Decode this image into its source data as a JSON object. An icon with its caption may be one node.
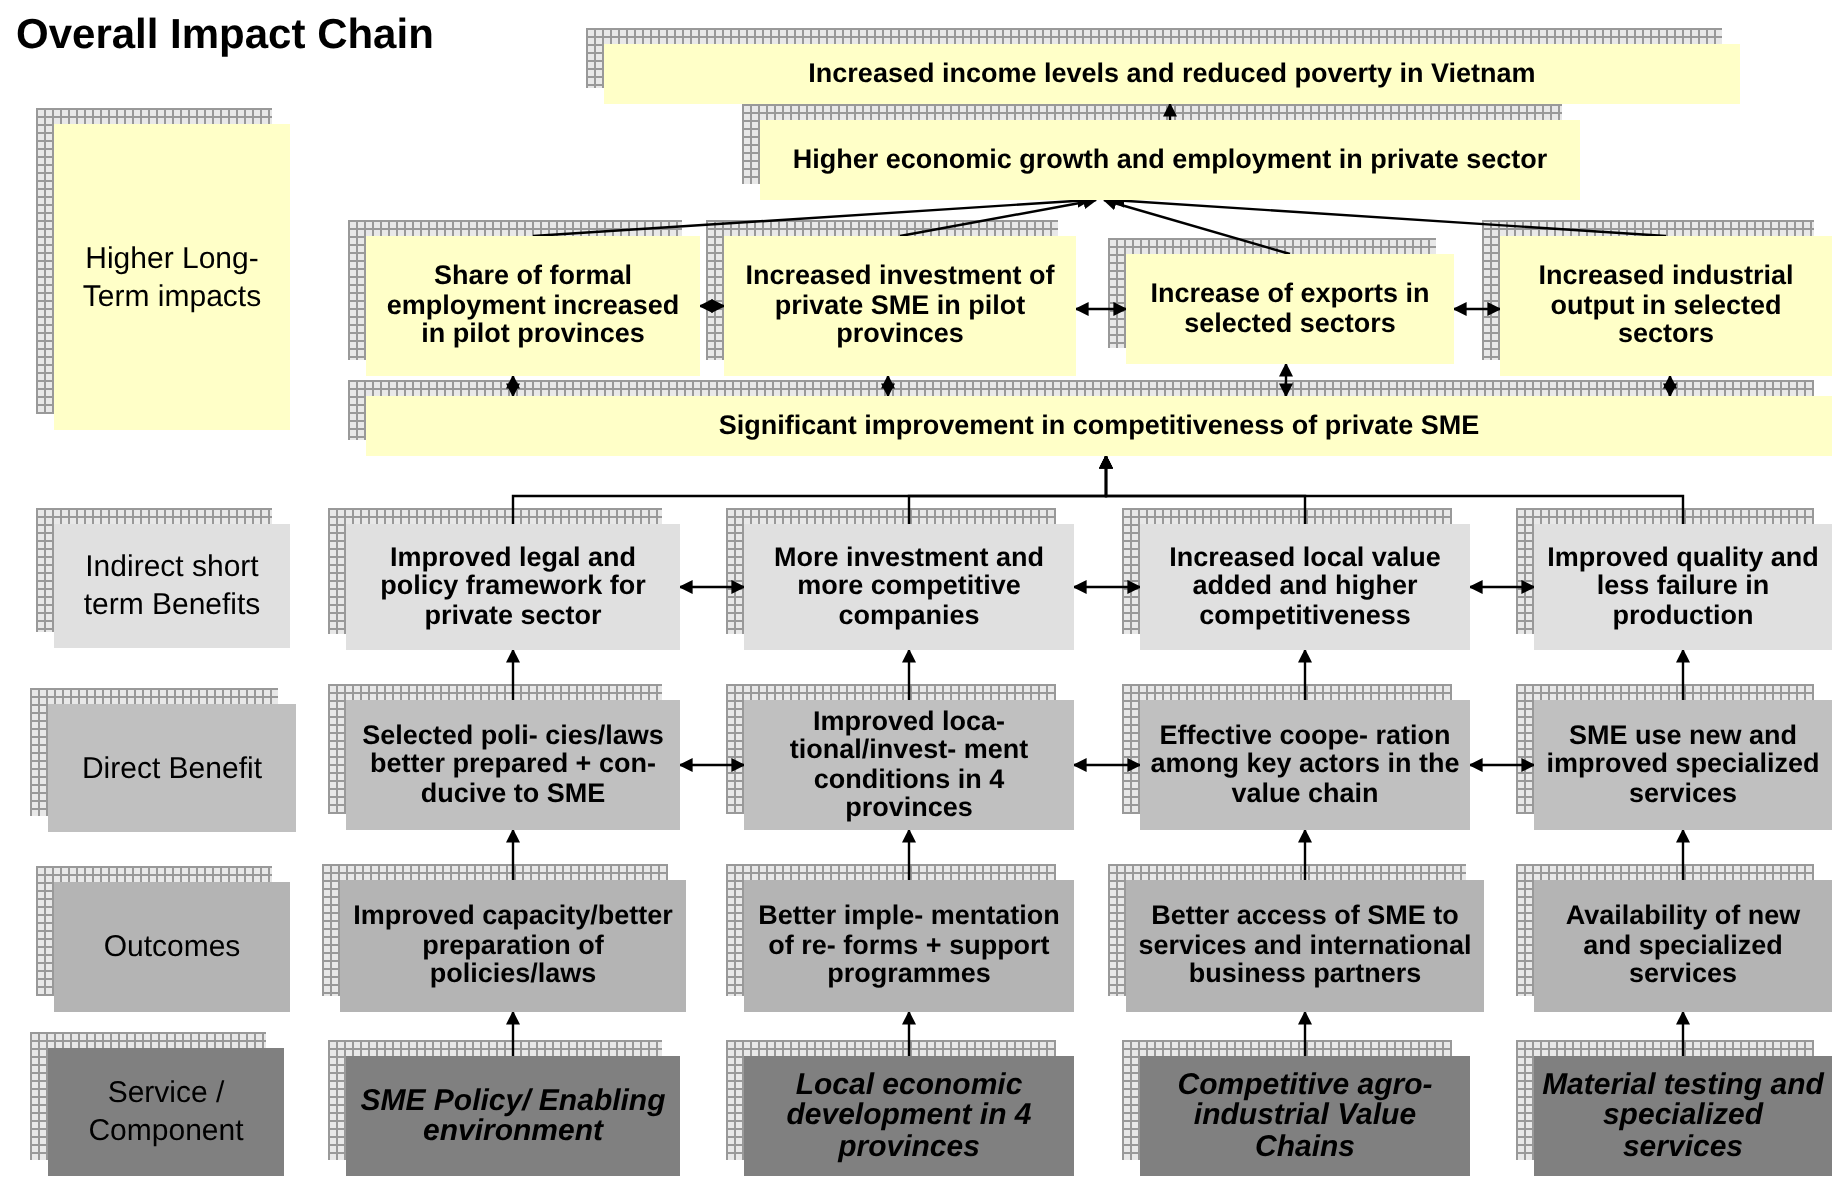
{
  "diagram": {
    "title": "Overall Impact Chain",
    "nodes": [
      {
        "text": [
          "Higher Long-Term impacts"
        ]
      },
      {
        "text": [
          "Indirect short term Benefits"
        ]
      },
      {
        "text": [
          "Direct Benefit"
        ]
      },
      {
        "text": [
          "Outcomes"
        ]
      },
      {
        "text": [
          "Service / Component"
        ]
      },
      {
        "text": [
          "Increased income levels and reduced poverty in Vietnam"
        ]
      },
      {
        "text": [
          "Higher economic growth and employment in private sector"
        ]
      },
      {
        "text": [
          "Share of formal employment increased in pilot provinces"
        ]
      },
      {
        "text": [
          "Increased investment of private SME in pilot provinces"
        ]
      },
      {
        "text": [
          "Increase of exports in selected sectors"
        ]
      },
      {
        "text": [
          "Increased industrial output in selected sectors"
        ]
      },
      {
        "text": [
          "Significant improvement in competitiveness of private SME"
        ]
      },
      {
        "text": [
          "Improved legal and policy framework for private sector"
        ]
      },
      {
        "text": [
          "More investment and more competitive companies"
        ]
      },
      {
        "text": [
          "Increased local value added and higher competitiveness"
        ]
      },
      {
        "text": [
          "Improved quality and less failure in production"
        ]
      },
      {
        "text": [
          "Selected poli- cies/laws better prepared + con- ducive to SME"
        ]
      },
      {
        "text": [
          "Improved loca- tional/invest- ment conditions in 4 provinces"
        ]
      },
      {
        "text": [
          "Effective coope- ration among key actors in the value chain"
        ]
      },
      {
        "text": [
          "SME use new and improved specialized services"
        ]
      },
      {
        "text": [
          "Improved capacity/better preparation of policies/laws"
        ]
      },
      {
        "text": [
          "Better imple- mentation of re- forms + support programmes"
        ]
      },
      {
        "text": [
          "Better access of SME to services and international business partners"
        ]
      },
      {
        "text": [
          "Availability of new and specialized services"
        ]
      },
      {
        "text": [
          "SME Policy/ Enabling environment"
        ]
      },
      {
        "text": [
          "Local economic development in 4 provinces"
        ]
      },
      {
        "text": [
          "Competitive agro-industrial Value Chains"
        ]
      },
      {
        "text": [
          "Material testing and specialized services"
        ]
      }
    ],
    "edges": [
      {
        "from": 6,
        "to": 5,
        "arrow": "to"
      },
      {
        "from": 7,
        "to": 6,
        "arrow": "to"
      },
      {
        "from": 8,
        "to": 6,
        "arrow": "to"
      },
      {
        "from": 9,
        "to": 6,
        "arrow": "to"
      },
      {
        "from": 10,
        "to": 6,
        "arrow": "to"
      },
      {
        "from": 7,
        "to": 8,
        "arrow": "both"
      },
      {
        "from": 8,
        "to": 9,
        "arrow": "both"
      },
      {
        "from": 9,
        "to": 10,
        "arrow": "both"
      },
      {
        "from": 7,
        "to": 11,
        "arrow": "both"
      },
      {
        "from": 8,
        "to": 11,
        "arrow": "both"
      },
      {
        "from": 9,
        "to": 11,
        "arrow": "both"
      },
      {
        "from": 10,
        "to": 11,
        "arrow": "both"
      },
      {
        "from": 12,
        "to": 11,
        "arrow": "to"
      },
      {
        "from": 13,
        "to": 11,
        "arrow": "to"
      },
      {
        "from": 14,
        "to": 11,
        "arrow": "to"
      },
      {
        "from": 15,
        "to": 11,
        "arrow": "to"
      },
      {
        "from": 12,
        "to": 13,
        "arrow": "both"
      },
      {
        "from": 13,
        "to": 14,
        "arrow": "both"
      },
      {
        "from": 14,
        "to": 15,
        "arrow": "both"
      },
      {
        "from": 16,
        "to": 12,
        "arrow": "to"
      },
      {
        "from": 17,
        "to": 13,
        "arrow": "to"
      },
      {
        "from": 18,
        "to": 14,
        "arrow": "to"
      },
      {
        "from": 19,
        "to": 15,
        "arrow": "to"
      },
      {
        "from": 16,
        "to": 17,
        "arrow": "both"
      },
      {
        "from": 17,
        "to": 18,
        "arrow": "both"
      },
      {
        "from": 18,
        "to": 19,
        "arrow": "both"
      },
      {
        "from": 20,
        "to": 16,
        "arrow": "to"
      },
      {
        "from": 21,
        "to": 17,
        "arrow": "to"
      },
      {
        "from": 22,
        "to": 18,
        "arrow": "to"
      },
      {
        "from": 23,
        "to": 19,
        "arrow": "to"
      },
      {
        "from": 24,
        "to": 20,
        "arrow": "to"
      },
      {
        "from": 25,
        "to": 21,
        "arrow": "to"
      },
      {
        "from": 26,
        "to": 22,
        "arrow": "to"
      },
      {
        "from": 27,
        "to": 23,
        "arrow": "to"
      }
    ]
  }
}
